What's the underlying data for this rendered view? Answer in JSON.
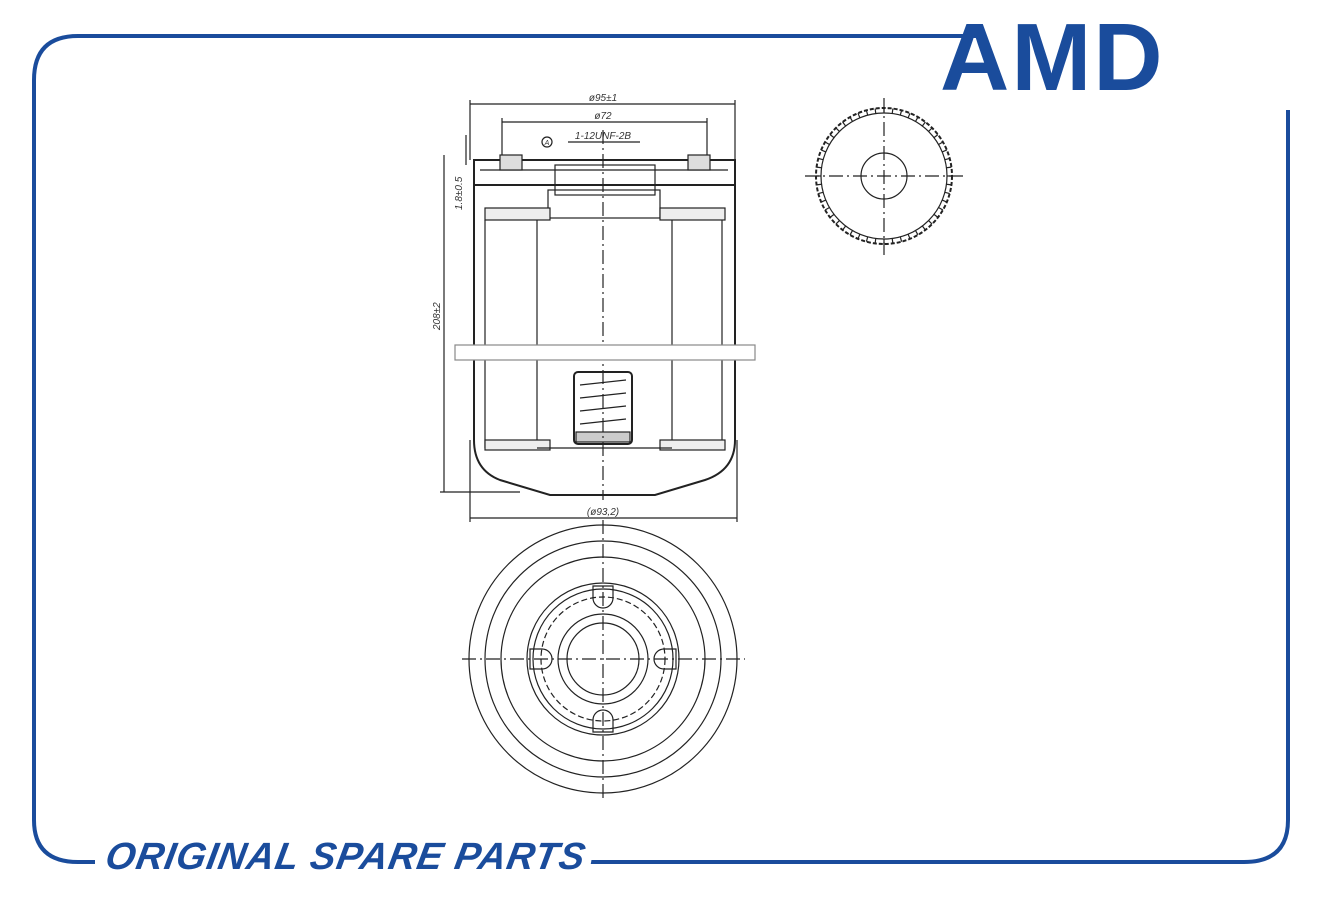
{
  "brand": {
    "logo": "AMD",
    "tagline": "ORIGINAL SPARE PARTS",
    "color": "#1a4c9c"
  },
  "dimensions": {
    "outer_diameter": "ø95±1",
    "gasket_diameter": "ø72",
    "thread": "1-12UNF-2B",
    "datum": "A",
    "gasket_height": "1.8±0.5",
    "height": "208±2",
    "body_diameter": "(ø93,2)"
  }
}
